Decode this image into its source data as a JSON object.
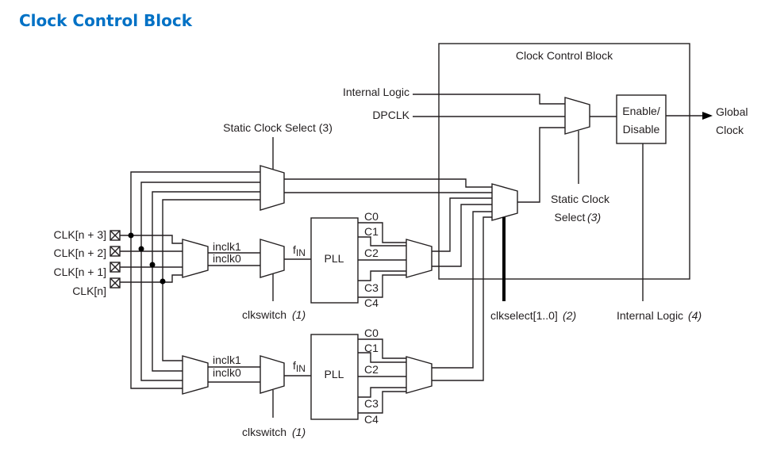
{
  "page": {
    "heading": "Clock Control Block",
    "heading_color": "#0071c5"
  },
  "diagram": {
    "block_title": "Clock Control Block",
    "inputs": {
      "clk_n3": "CLK[n + 3]",
      "clk_n2": "CLK[n + 2]",
      "clk_n1": "CLK[n + 1]",
      "clk_n": "CLK[n]"
    },
    "top_inputs": {
      "internal_logic": "Internal Logic",
      "dpclk": "DPCLK"
    },
    "static_clock_select_top": "Static Clock Select (3)",
    "static_clock_select_inner": {
      "line1": "Static Clock",
      "line2": "Select ",
      "note": "(3)"
    },
    "enable_disable": {
      "line1": "Enable/",
      "line2": "Disable"
    },
    "output": {
      "line1": "Global",
      "line2": "Clock"
    },
    "pll_label": "PLL",
    "fin_label": "f",
    "fin_sub": "IN",
    "inclk1": "inclk1",
    "inclk0": "inclk0",
    "clkswitch": "clkswitch ",
    "clkswitch_note": "(1)",
    "pll_outputs": [
      "C0",
      "C1",
      "C2",
      "C3",
      "C4"
    ],
    "clkselect": "clkselect[1..0] ",
    "clkselect_note": "(2)",
    "internal_logic_bottom": "Internal Logic ",
    "internal_logic_note": "(4)"
  }
}
